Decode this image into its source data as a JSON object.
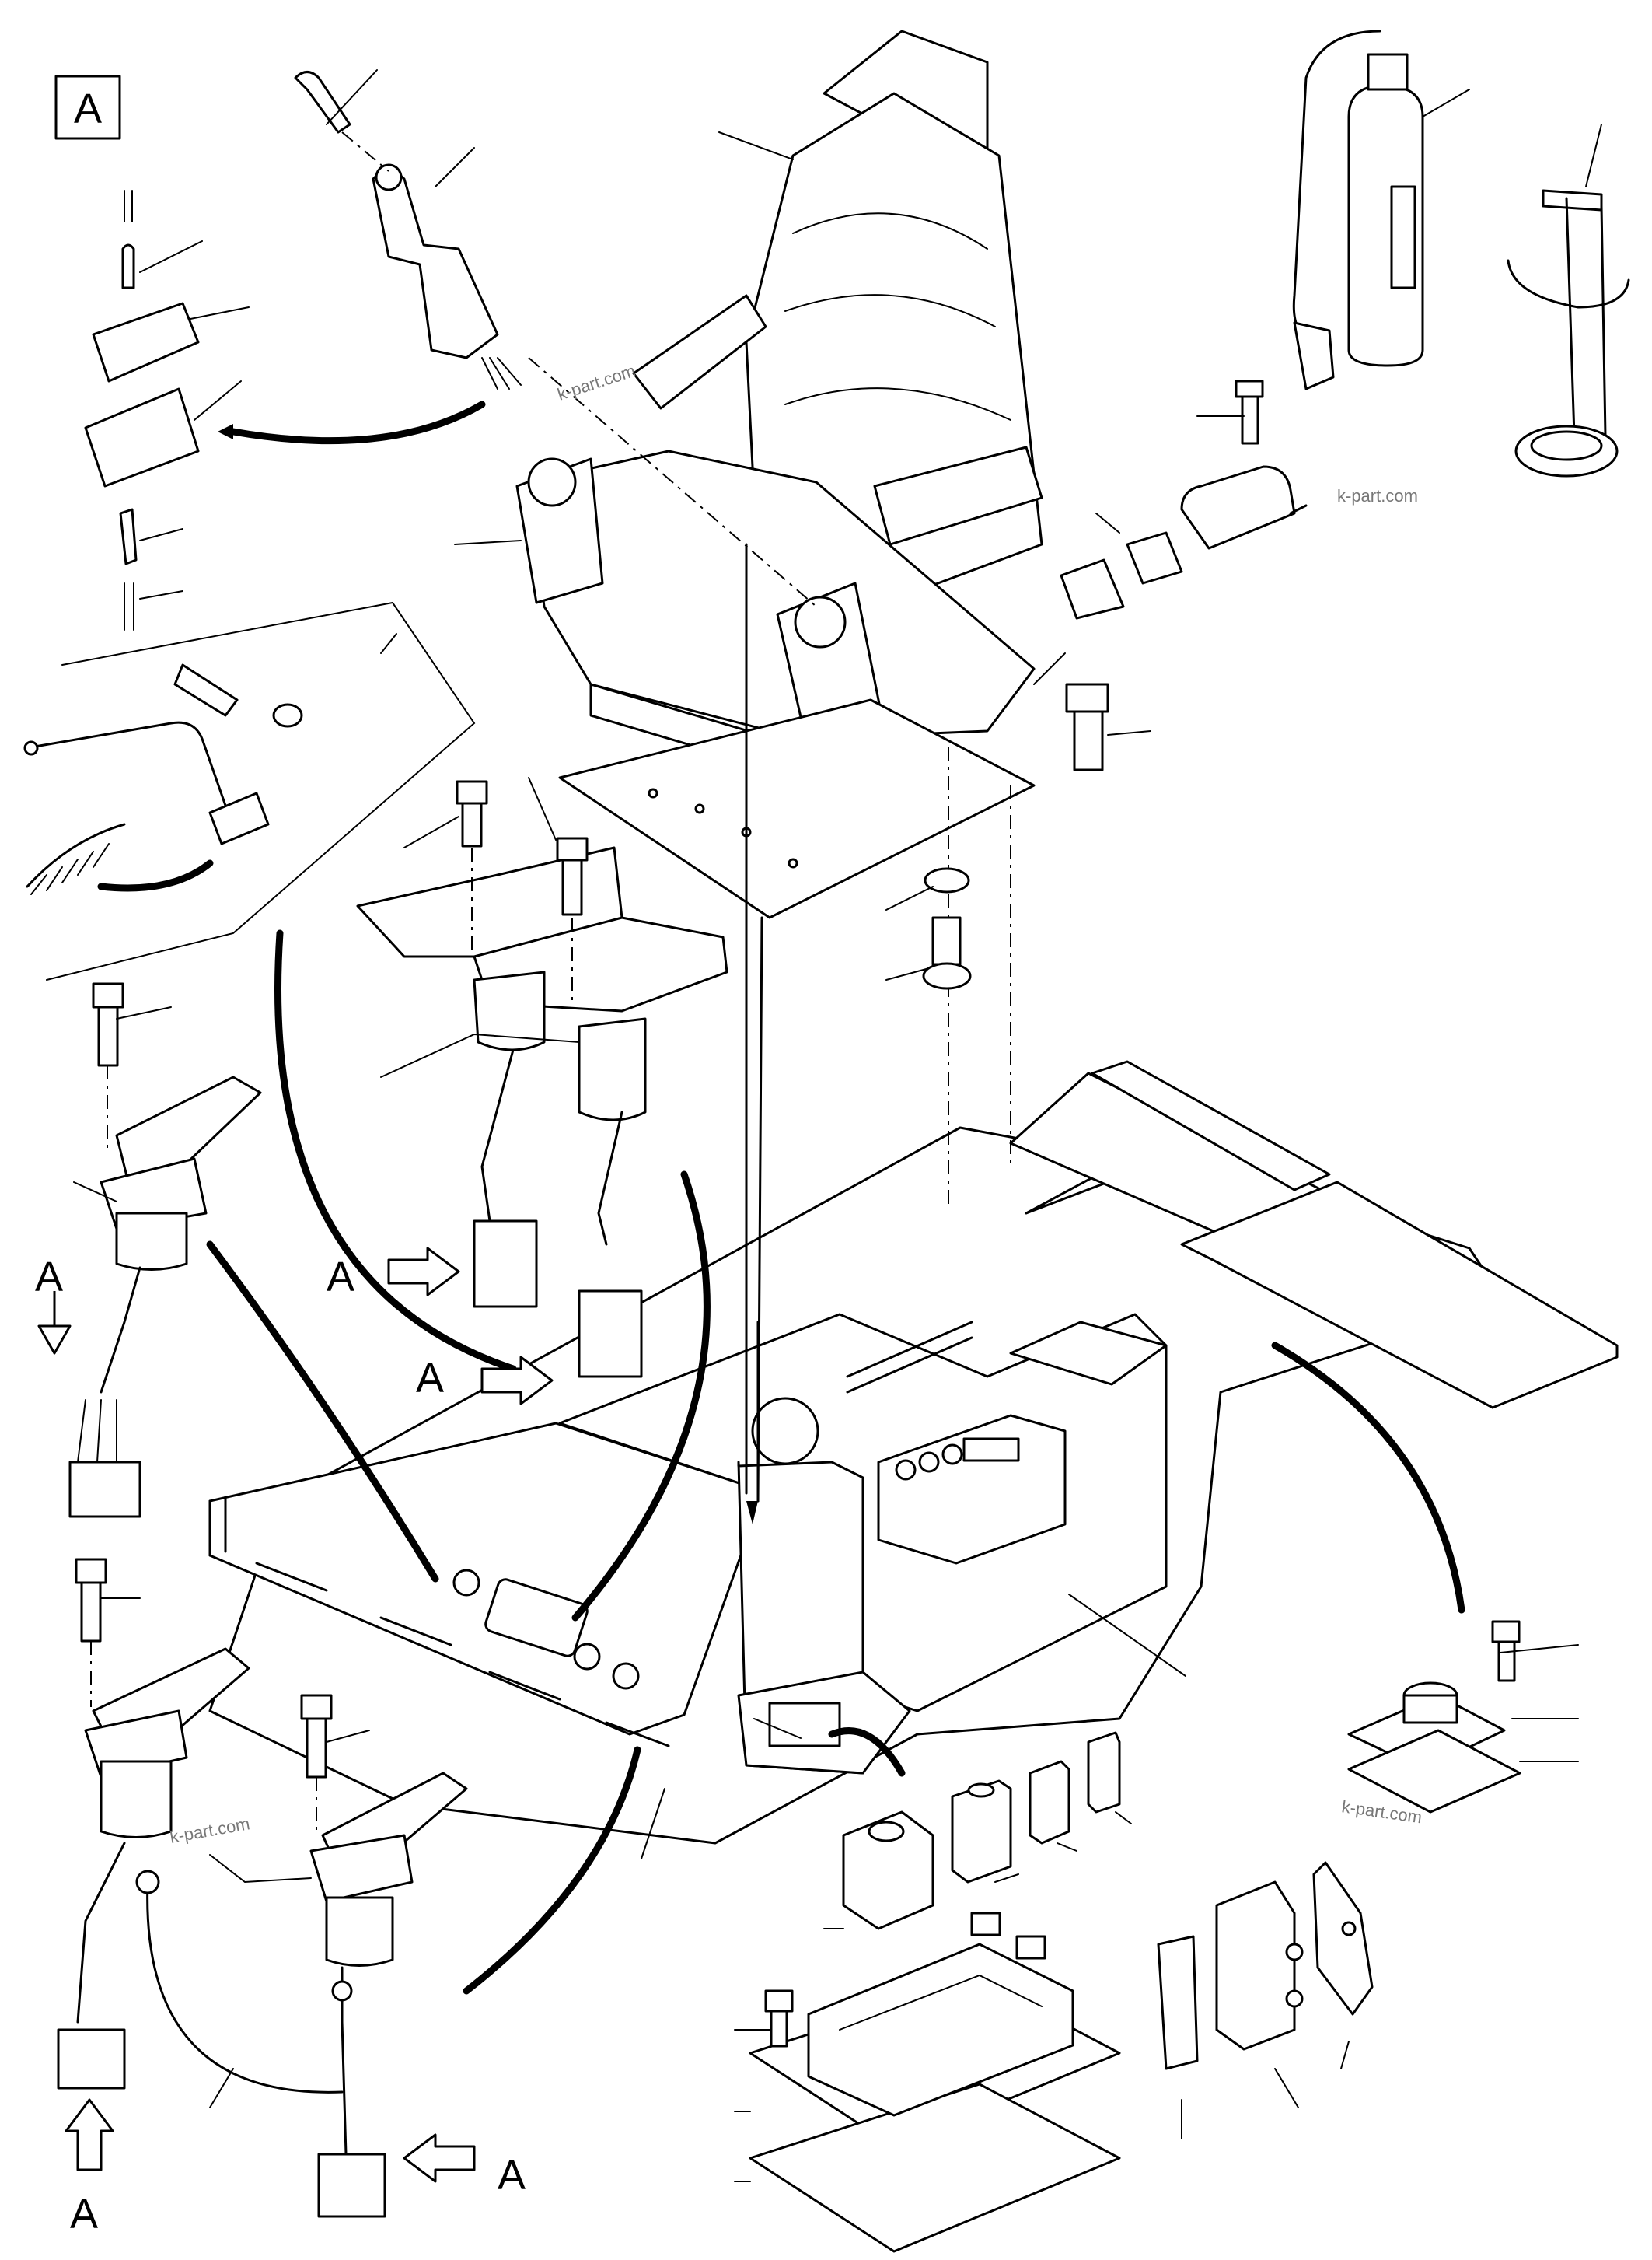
{
  "diagram": {
    "view_label": "A",
    "arrow_labels": [
      "A",
      "A",
      "A",
      "A",
      "A"
    ],
    "watermarks": [
      "k-part.com",
      "k-part.com",
      "k-part.com",
      "k-part.com"
    ]
  }
}
